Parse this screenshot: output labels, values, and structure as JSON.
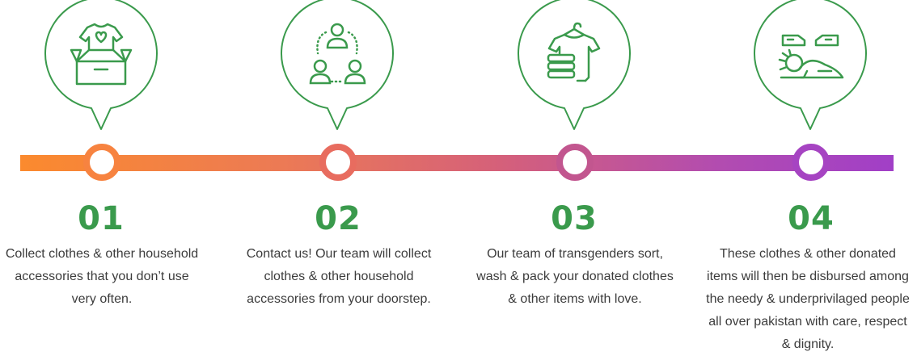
{
  "colors": {
    "accent_green": "#3a9a4c",
    "gradient_start": "#fb8a2e",
    "gradient_end": "#a13fc7",
    "text": "#3c3c3c"
  },
  "steps": [
    {
      "number": "01",
      "icon": "donation-box-icon",
      "lines": [
        "Collect clothes & other household",
        "accessories that you don’t use",
        "very often."
      ]
    },
    {
      "number": "02",
      "icon": "team-network-icon",
      "lines": [
        "Contact us! Our team will collect",
        "clothes & other household",
        "accessories from your doorstep."
      ]
    },
    {
      "number": "03",
      "icon": "folded-clothes-icon",
      "lines": [
        "Our team of transgenders sort,",
        "wash & pack your donated clothes",
        "& other items with love."
      ]
    },
    {
      "number": "04",
      "icon": "needy-person-icon",
      "lines": [
        "These clothes & other donated",
        "items will then be disbursed among",
        "the needy & underprivilaged people",
        "all over pakistan with care, respect",
        "& dignity."
      ]
    }
  ]
}
